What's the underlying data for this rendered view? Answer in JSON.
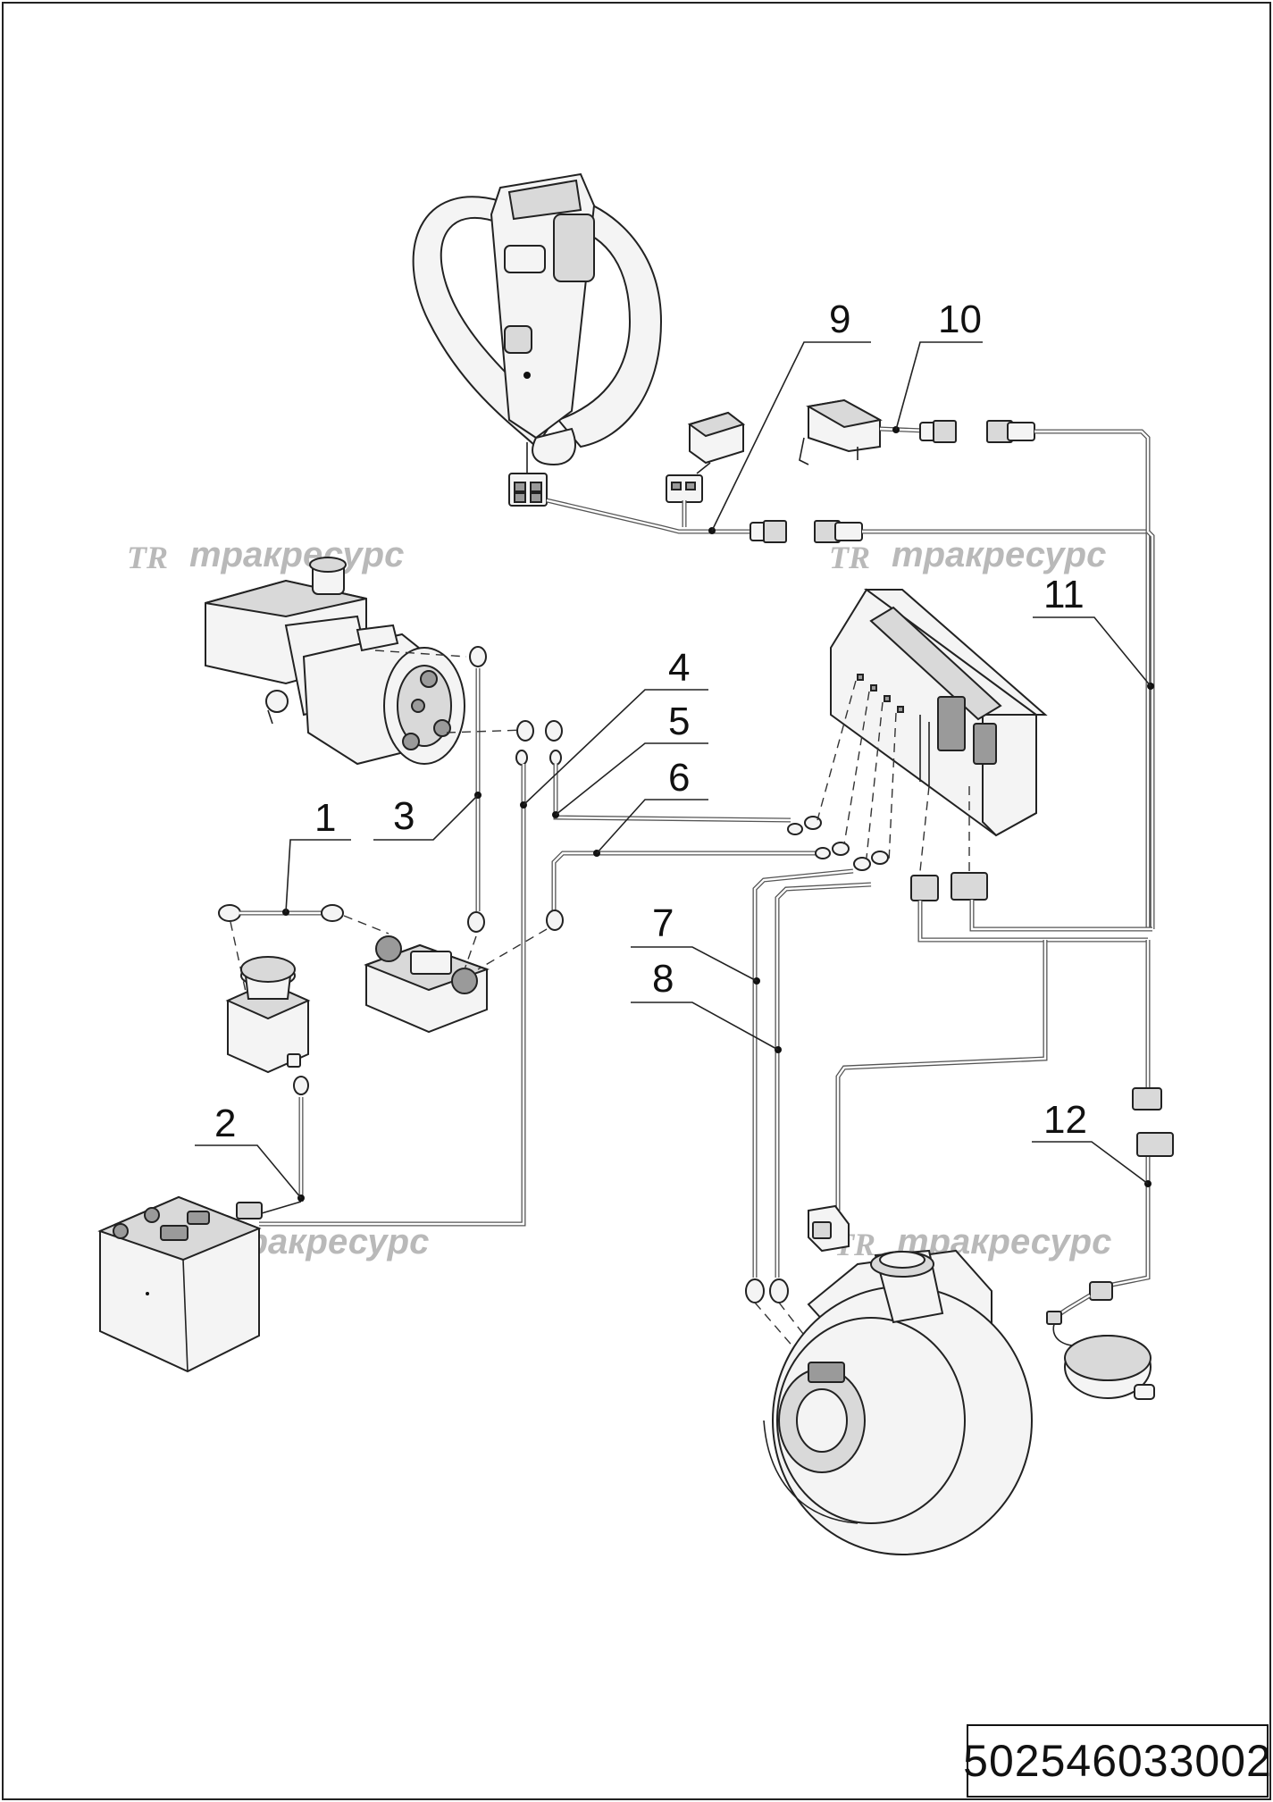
{
  "diagram": {
    "callouts": [
      {
        "id": "c1",
        "label": "1"
      },
      {
        "id": "c2",
        "label": "2"
      },
      {
        "id": "c3",
        "label": "3"
      },
      {
        "id": "c4",
        "label": "4"
      },
      {
        "id": "c5",
        "label": "5"
      },
      {
        "id": "c6",
        "label": "6"
      },
      {
        "id": "c7",
        "label": "7"
      },
      {
        "id": "c8",
        "label": "8"
      },
      {
        "id": "c9",
        "label": "9"
      },
      {
        "id": "c10",
        "label": "10"
      },
      {
        "id": "c11",
        "label": "11"
      },
      {
        "id": "c12",
        "label": "12"
      }
    ],
    "watermark_text": "тракресурс",
    "watermark_logo": "TR",
    "part_number": "502546033002"
  }
}
